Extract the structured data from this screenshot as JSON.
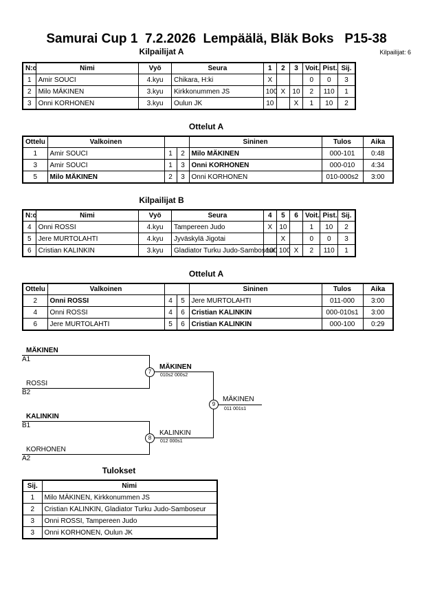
{
  "header": {
    "title": "Samurai Cup 1  7.2.2026  Lempäälä, Bläk Boks   P15-38",
    "competitor_count": "Kilpailijat: 6"
  },
  "pool_a": {
    "caption": "Kilpailijat A",
    "headers": [
      "N:o",
      "Nimi",
      "Vyö",
      "Seura",
      "1",
      "2",
      "3",
      "Voit.",
      "Pist.",
      "Sij."
    ],
    "rows": [
      [
        "1",
        "Amir SOUCI",
        "4.kyu",
        "Chikara, H:ki",
        "X",
        "",
        "",
        "0",
        "0",
        "3"
      ],
      [
        "2",
        "Milo MÄKINEN",
        "3.kyu",
        "Kirkkonummen JS",
        "100",
        "X",
        "10",
        "2",
        "110",
        "1"
      ],
      [
        "3",
        "Onni KORHONEN",
        "3.kyu",
        "Oulun JK",
        "10",
        "",
        "X",
        "1",
        "10",
        "2"
      ]
    ]
  },
  "matches_a": {
    "caption": "Ottelut A",
    "headers": [
      "Ottelu",
      "Valkoinen",
      "",
      "",
      "Sininen",
      "Tulos",
      "Aika"
    ],
    "rows": [
      [
        "1",
        "Amir SOUCI",
        "1",
        "2",
        "Milo MÄKINEN",
        "000-101",
        "0:48"
      ],
      [
        "3",
        "Amir SOUCI",
        "1",
        "3",
        "Onni KORHONEN",
        "000-010",
        "4:34"
      ],
      [
        "5",
        "Milo MÄKINEN",
        "2",
        "3",
        "Onni KORHONEN",
        "010-000s2",
        "3:00"
      ]
    ],
    "winner": [
      "blue",
      "blue",
      "white"
    ]
  },
  "pool_b": {
    "caption": "Kilpailijat B",
    "headers": [
      "N:o",
      "Nimi",
      "Vyö",
      "Seura",
      "4",
      "5",
      "6",
      "Voit.",
      "Pist.",
      "Sij."
    ],
    "rows": [
      [
        "4",
        "Onni ROSSI",
        "4.kyu",
        "Tampereen Judo",
        "X",
        "10",
        "",
        "1",
        "10",
        "2"
      ],
      [
        "5",
        "Jere MURTOLAHTI",
        "4.kyu",
        "Jyväskylä Jigotai",
        "",
        "X",
        "",
        "0",
        "0",
        "3"
      ],
      [
        "6",
        "Cristian KALINKIN",
        "3.kyu",
        "Gladiator Turku Judo-Samboseur",
        "100",
        "100",
        "X",
        "2",
        "110",
        "1"
      ]
    ]
  },
  "matches_b": {
    "caption": "Ottelut A",
    "headers": [
      "Ottelu",
      "Valkoinen",
      "",
      "",
      "Sininen",
      "Tulos",
      "Aika"
    ],
    "rows": [
      [
        "2",
        "Onni ROSSI",
        "4",
        "5",
        "Jere MURTOLAHTI",
        "011-000",
        "3:00"
      ],
      [
        "4",
        "Onni ROSSI",
        "4",
        "6",
        "Cristian KALINKIN",
        "000-010s1",
        "3:00"
      ],
      [
        "6",
        "Jere MURTOLAHTI",
        "5",
        "6",
        "Cristian KALINKIN",
        "000-100",
        "0:29"
      ]
    ],
    "winner": [
      "white",
      "blue",
      "blue"
    ]
  },
  "bracket": {
    "sf1_top_name": "MÄKINEN",
    "sf1_top_seed": "A1",
    "sf1_bottom_name": "ROSSI",
    "sf1_bottom_seed": "B2",
    "sf1_number": "7",
    "sf1_winner": "MÄKINEN",
    "sf1_score": "010s2  000s2",
    "sf2_top_name": "KALINKIN",
    "sf2_top_seed": "B1",
    "sf2_bottom_name": "KORHONEN",
    "sf2_bottom_seed": "A2",
    "sf2_number": "8",
    "sf2_winner": "KALINKIN",
    "sf2_score": "012  000s1",
    "final_number": "9",
    "final_winner": "MÄKINEN",
    "final_score": "011  001s1"
  },
  "results": {
    "caption": "Tulokset",
    "headers": [
      "Sij.",
      "Nimi"
    ],
    "rows": [
      [
        "1",
        "Milo MÄKINEN, Kirkkonummen JS"
      ],
      [
        "2",
        "Cristian KALINKIN, Gladiator Turku Judo-Samboseur"
      ],
      [
        "3",
        "Onni ROSSI, Tampereen Judo"
      ],
      [
        "3",
        "Onni KORHONEN, Oulun JK"
      ]
    ]
  }
}
